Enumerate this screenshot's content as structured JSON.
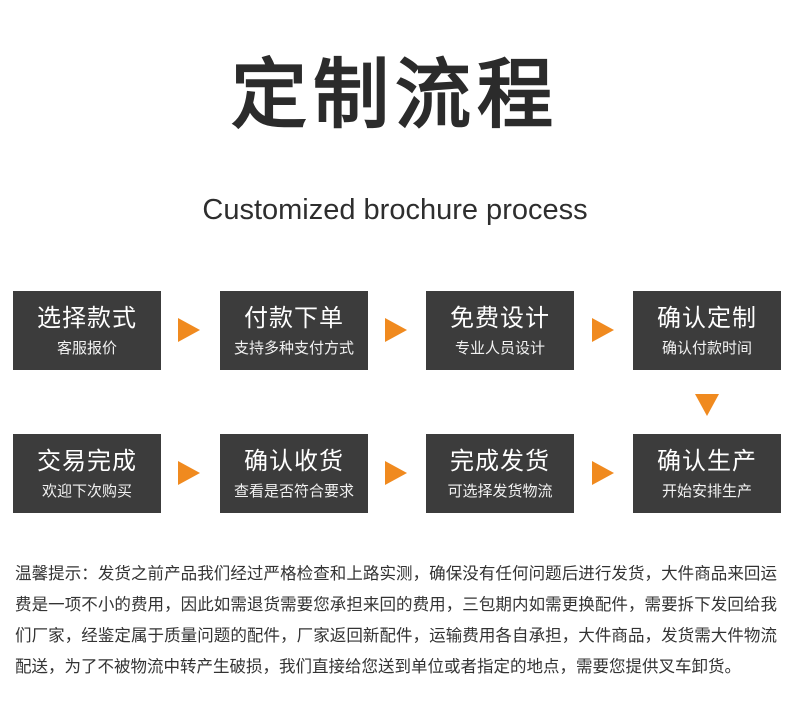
{
  "title": "定制流程",
  "subtitle": "Customized brochure process",
  "accent_color": "#f08a1f",
  "box_color": "#3c3c3c",
  "steps": [
    {
      "title": "选择款式",
      "desc": "客服报价"
    },
    {
      "title": "付款下单",
      "desc": "支持多种支付方式"
    },
    {
      "title": "免费设计",
      "desc": "专业人员设计"
    },
    {
      "title": "确认定制",
      "desc": "确认付款时间"
    },
    {
      "title": "确认生产",
      "desc": "开始安排生产"
    },
    {
      "title": "完成发货",
      "desc": "可选择发货物流"
    },
    {
      "title": "确认收货",
      "desc": "查看是否符合要求"
    },
    {
      "title": "交易完成",
      "desc": "欢迎下次购买"
    }
  ],
  "notice": "温馨提示：发货之前产品我们经过严格检查和上路实测，确保没有任何问题后进行发货，大件商品来回运费是一项不小的费用，因此如需退货需要您承担来回的费用，三包期内如需更换配件，需要拆下发回给我们厂家，经鉴定属于质量问题的配件，厂家返回新配件，运输费用各自承担，大件商品，发货需大件物流配送，为了不被物流中转产生破损，我们直接给您送到单位或者指定的地点，需要您提供叉车卸货。"
}
